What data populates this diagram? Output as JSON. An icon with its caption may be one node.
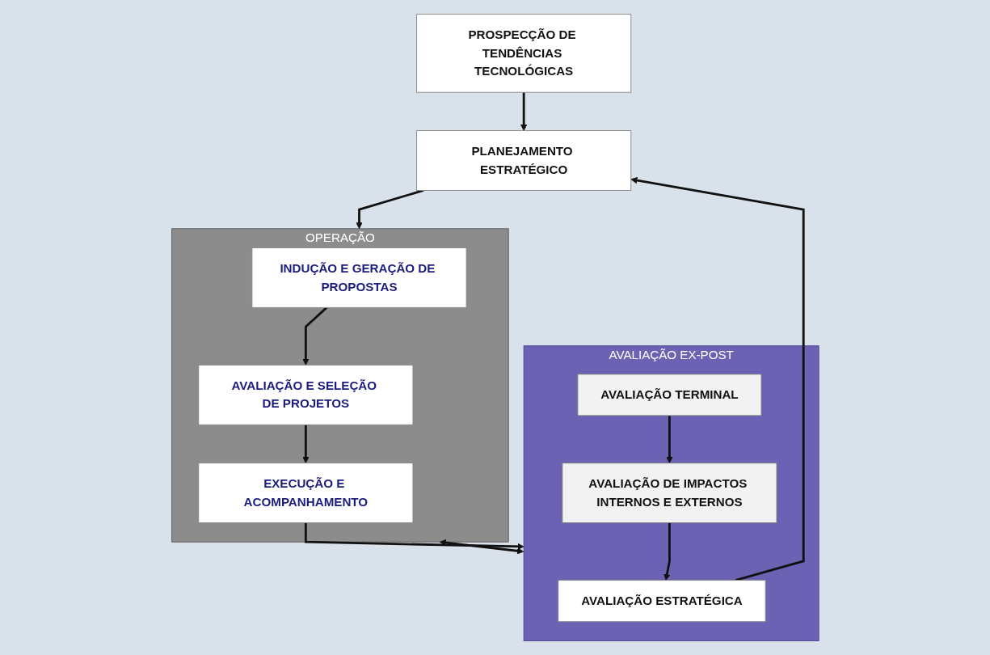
{
  "diagram": {
    "nodes": [
      {
        "text": [
          "PROSPECÇÃO DE TENDÊNCIAS TECNOLÓGICAS"
        ]
      },
      {
        "text": [
          "PLANEJAMENTO ESTRATÉGICO"
        ]
      },
      {
        "text": [
          "AVALIAÇÃO EX-POST"
        ]
      },
      {
        "text": [
          "AVALIAÇÃO ESTRATÉGICA"
        ],
        "in": 2
      },
      {
        "text": [
          "AVALIAÇÃO DE IMPACTOS INTERNOS E EXTERNOS"
        ],
        "in": 2
      },
      {
        "text": [
          "AVALIAÇÃO TERMINAL"
        ],
        "in": 2
      },
      {
        "text": [
          "OPERAÇÃO"
        ]
      },
      {
        "text": [
          "INDUÇÃO E GERAÇÃO DE PROPOSTAS"
        ],
        "in": 6
      },
      {
        "text": [
          "AVALIAÇÃO E SELEÇÃO DE PROJETOS"
        ],
        "in": 6
      },
      {
        "text": [
          "EXECUÇÃO E ACOMPANHAMENTO"
        ],
        "in": 6
      }
    ],
    "edges": [
      {
        "from": 0,
        "to": 1,
        "arrow": "to"
      },
      {
        "from": 3,
        "to": 1,
        "arrow": "to"
      },
      {
        "from": 1,
        "to": 6,
        "arrow": "to"
      },
      {
        "from": 7,
        "to": 8,
        "arrow": "to"
      },
      {
        "from": 8,
        "to": 9,
        "arrow": "to"
      },
      {
        "from": 5,
        "to": 4,
        "arrow": "to"
      },
      {
        "from": 4,
        "to": 3,
        "arrow": "to"
      },
      {
        "from": 2,
        "to": 6,
        "arrow": "both"
      },
      {
        "from": 9,
        "to": 2,
        "arrow": "to"
      }
    ]
  }
}
